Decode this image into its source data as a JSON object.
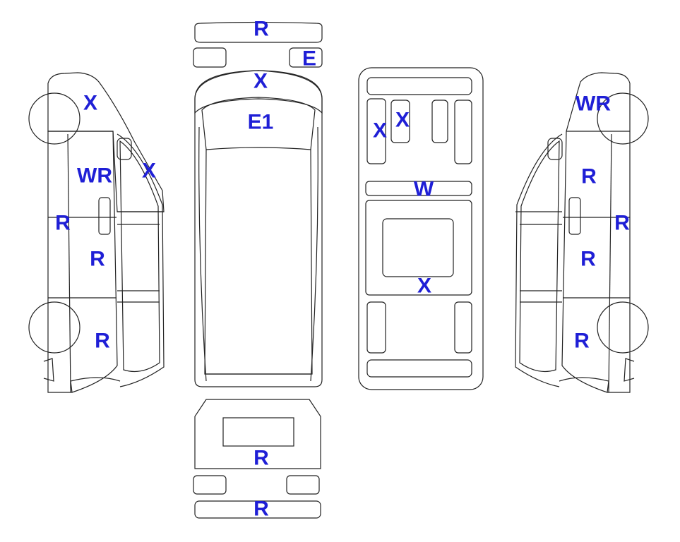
{
  "colors": {
    "damage_fill": "#f7a630",
    "glass_fill": "#dff4fb",
    "outline": "#222222",
    "label": "#1f1fd6",
    "background": "#ffffff"
  },
  "labels": {
    "front_bumper": "R",
    "front_right_light": "E",
    "windshield": "X",
    "hood": "E1",
    "left_front_glass": "X",
    "left_a_pillar_window": "X",
    "left_front_fender": "WR",
    "left_front_door_upper": "R",
    "left_rocker": "R",
    "left_rear_quarter": "R",
    "top_seat_left": "X",
    "top_seat_right": "X",
    "top_cross_panel": "W",
    "top_cargo_floor": "X",
    "rear_door": "R",
    "rear_bumper": "R",
    "right_front_fender": "WR",
    "right_front_door_upper": "R",
    "right_rocker": "R",
    "right_middle": "R",
    "right_rear_quarter": "R"
  }
}
